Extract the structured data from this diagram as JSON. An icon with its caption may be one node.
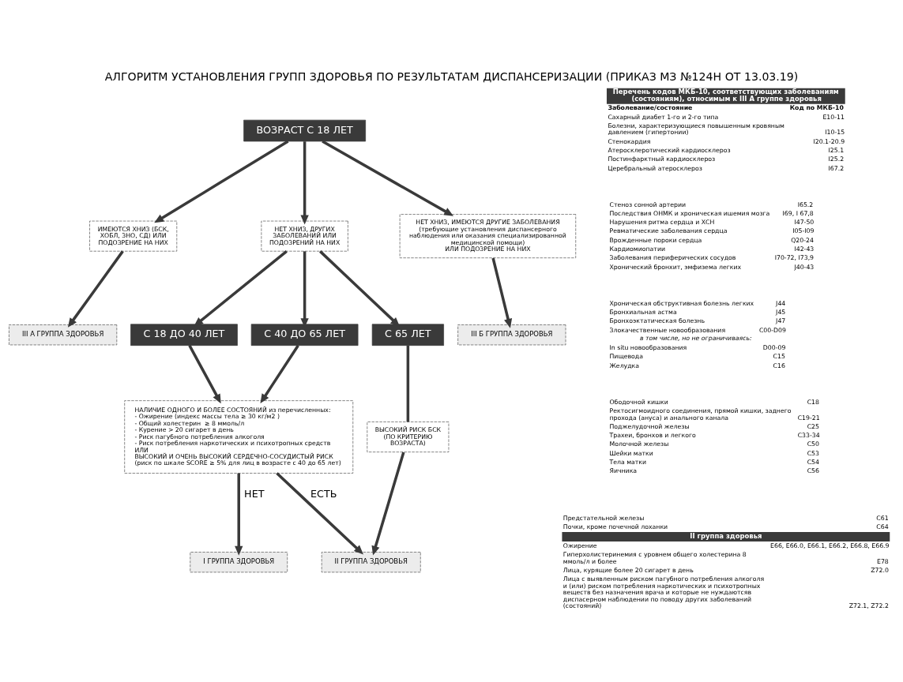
{
  "diagram": {
    "title": "АЛГОРИТМ УСТАНОВЛЕНИЯ ГРУПП ЗДОРОВЬЯ ПО РЕЗУЛЬТАТАМ ДИСПАНСЕРИЗАЦИИ (ПРИКАЗ МЗ №124Н ОТ 13.03.19)",
    "nodes": [
      {
        "text": [
          "ВОЗРАСТ С 18 ЛЕТ"
        ]
      },
      {
        "text": [
          "ИМЕЮТСЯ ХНИЗ (БСК, ХОБЛ, ЗНО, СД) ИЛИ ПОДОЗРЕНИЕ НА НИХ"
        ]
      },
      {
        "text": [
          "НЕТ ХНИЗ, ДРУГИХ ЗАБОЛЕВАНИЙ ИЛИ ПОДОЗРЕНИЙ НА НИХ"
        ]
      },
      {
        "text": [
          "НЕТ ХНИЗ, ИМЕЮТСЯ ДРУГИЕ ЗАБОЛЕВАНИЯ",
          "(требующие установления диспансерного наблюдения или оказания специализированной медицинской помощи)",
          "ИЛИ ПОДОЗРЕНИЕ НА НИХ"
        ]
      },
      {
        "text": [
          "III А ГРУППА ЗДОРОВЬЯ"
        ]
      },
      {
        "text": [
          "III Б ГРУППА ЗДОРОВЬЯ"
        ]
      },
      {
        "text": [
          "С 18 ДО 40 ЛЕТ"
        ]
      },
      {
        "text": [
          "С 40 ДО 65 ЛЕТ"
        ]
      },
      {
        "text": [
          "С 65 ЛЕТ"
        ]
      },
      {
        "text": [
          "НАЛИЧИЕ ОДНОГО И БОЛЕЕ СОСТОЯНИЙ из перечисленных:",
          "- Ожирение (индекс массы тела ≥ 30 кг/м2 )",
          "- Общий холестерин  ≥ 8 ммоль/л",
          "- Курение > 20 сигарет в день",
          "- Риск пагубного потребления алкоголя",
          "- Риск потребления наркотических и психотропных средств",
          "ИЛИ",
          "ВЫСОКИЙ И ОЧЕНЬ ВЫСОКИЙ СЕРДЕЧНО-СОСУДИСТЫЙ РИСК",
          "(риск по шкале SCORE ≥ 5% для лиц в возрасте с 40 до 65 лет)"
        ]
      },
      {
        "text": [
          "ВЫСОКИЙ РИСК БСК (ПО КРИТЕРИЮ ВОЗРАСТА)"
        ]
      },
      {
        "text": [
          "I ГРУППА ЗДОРОВЬЯ"
        ]
      },
      {
        "text": [
          "II ГРУППА ЗДОРОВЬЯ"
        ]
      }
    ],
    "edges": [
      {
        "from": 0,
        "to": 1,
        "arrow": "to"
      },
      {
        "from": 0,
        "to": 2,
        "arrow": "to"
      },
      {
        "from": 0,
        "to": 3,
        "arrow": "to"
      },
      {
        "from": 1,
        "to": 4,
        "arrow": "to"
      },
      {
        "from": 3,
        "to": 5,
        "arrow": "to"
      },
      {
        "from": 2,
        "to": 6,
        "arrow": "to"
      },
      {
        "from": 2,
        "to": 7,
        "arrow": "to"
      },
      {
        "from": 2,
        "to": 8,
        "arrow": "to"
      },
      {
        "from": 6,
        "to": 9,
        "arrow": "to"
      },
      {
        "from": 7,
        "to": 9,
        "arrow": "to"
      },
      {
        "from": 8,
        "to": 10,
        "arrow": "none"
      },
      {
        "from": 9,
        "to": 11,
        "arrow": "to",
        "label": "НЕТ"
      },
      {
        "from": 9,
        "to": 12,
        "arrow": "to",
        "label": "ЕСТЬ"
      },
      {
        "from": 10,
        "to": 12,
        "arrow": "to"
      }
    ],
    "labels": [
      "Перечень кодов МКБ-10, соответствующих заболеваниям (состояниям), относимым к III А группе здоровья",
      "Заболевание/состояние",
      "Код по МКБ-10",
      "Сахарный диабет 1-го и 2-го типа",
      "E10-11",
      "Болезни, характеризующиеся повышенным кровяным давлением (гипертонии)",
      "I10-15",
      "Стенокардия",
      "I20.1-20.9",
      "Атеросклеротический кардиосклероз",
      "I25.1",
      "Постинфарктный кардиосклероз",
      "I25.2",
      "Церебральный атеросклероз",
      "I67.2",
      "Стеноз сонной артерии",
      "I65.2",
      "Последствия ОНМК и хроническая ишемия мозга",
      "I69, I 67,8",
      "Нарушения ритма сердца и ХСН",
      "I47-50",
      "Ревматические заболевания сердца",
      "I05-I09",
      "Врожденные пороки сердца",
      "Q20-24",
      "Кардиомиопатии",
      "I42-43",
      "Заболевания периферических сосудов",
      "I70-72, I73,9",
      "Хронический бронхит, эмфизема легких",
      "J40-43",
      "Хроническая обструктивная болезнь легких",
      "J44",
      "Бронхиальная астма",
      "J45",
      "Бронхоэктатическая болезнь",
      "J47",
      "Злокачественные новообразования",
      "C00-D09",
      "в том числе, но не ограничиваясь:",
      "In situ новообразования",
      "D00-09",
      "Пищевода",
      "C15",
      "Желудка",
      "C16",
      "Ободочной кишки",
      "C18",
      "Ректосигмоидного соединения, прямой кишки, заднего прохода (ануса) и анального канала",
      "C19-21",
      "Поджелудочной железы",
      "C25",
      "Трахеи, бронхов и легкого",
      "C33-34",
      "Молочной железы",
      "C50",
      "Шейки матки",
      "C53",
      "Тела матки",
      "C54",
      "Яичника",
      "C56",
      "Предстательной железы",
      "C61",
      "Почки, кроме почечной лоханки",
      "C64",
      "II группа здоровья",
      "Ожирение",
      "E66, E66.0, E66.1, E66.2, E66.8, E66.9",
      "Гиперхолистеринемия с уровнем общего холестерина 8 ммоль/л и более",
      "E78",
      "Лица, курящие более 20 сигарет в день",
      "Z72.0",
      "Лица с выявленным риском пагубного потребления алкоголя и (или) риском потребления наркотических и психотропных веществ без назначения врача и которые не нуждаютсяв диспасерном наблюдении по поводу других заболеваний (состояний)",
      "Z72.1, Z72.2"
    ]
  }
}
